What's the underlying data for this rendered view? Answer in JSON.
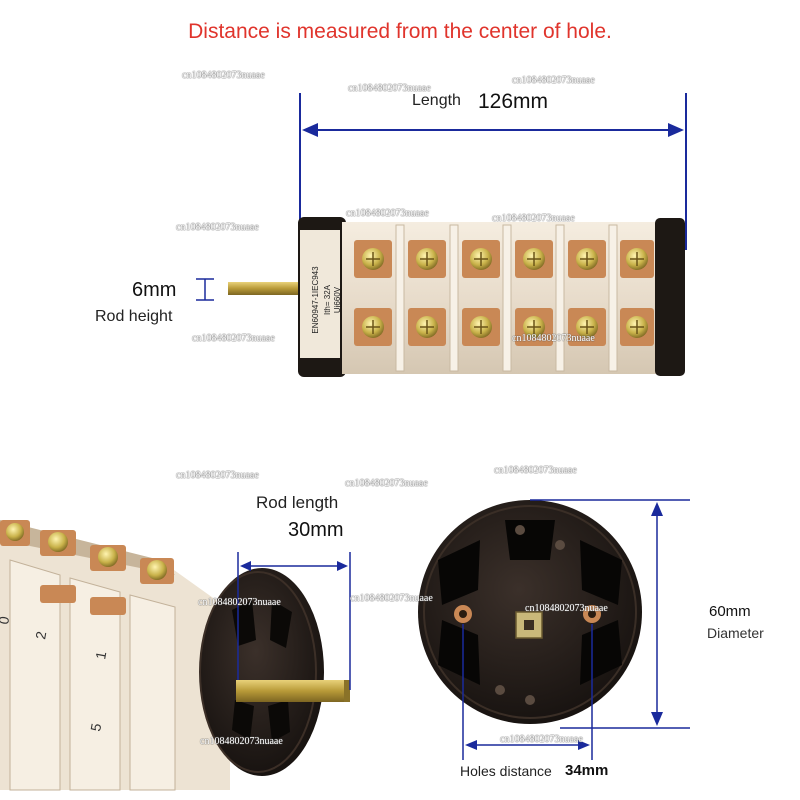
{
  "header": {
    "note": "Distance is measured from the center of hole."
  },
  "top_view": {
    "length_label": "Length",
    "length_value": "126mm",
    "rod_height_value": "6mm",
    "rod_height_label": "Rod height",
    "body_text": [
      "EN60947-1IEC943",
      "Ith= 32A",
      "Ui660V"
    ]
  },
  "side_view": {
    "rod_length_label": "Rod length",
    "rod_length_value": "30mm",
    "position_numbers": [
      "0",
      "2",
      "1",
      "5"
    ]
  },
  "front_view": {
    "diameter_value": "60mm",
    "diameter_label": "Diameter",
    "holes_label": "Holes distance",
    "holes_value": "34mm"
  },
  "watermark": "cn1084802073nuaae",
  "colors": {
    "headline": "#e0342c",
    "dimension_line": "#1a2a9c",
    "body_dark": "#1d1814",
    "cam_cream": "#ece2d0",
    "terminal_copper": "#c98855"
  }
}
